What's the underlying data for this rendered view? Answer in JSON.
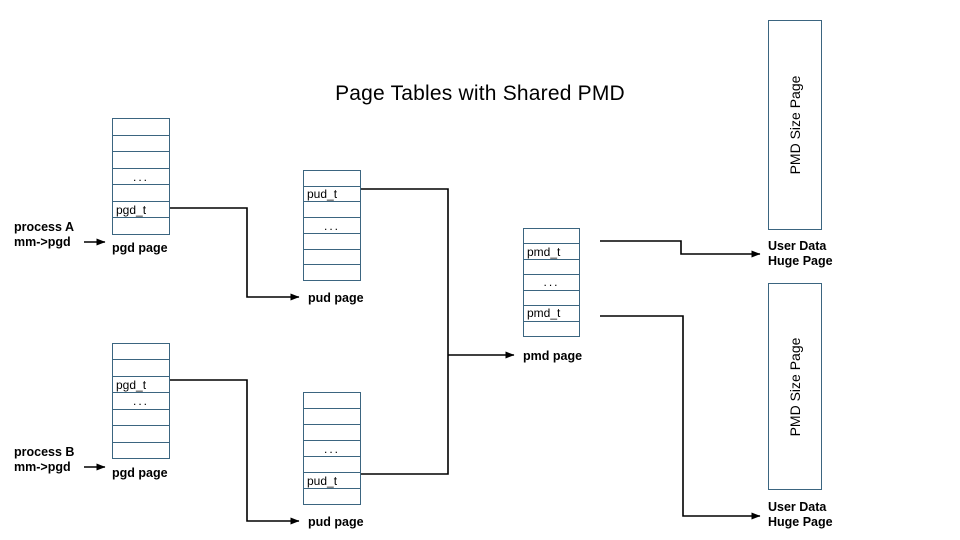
{
  "diagram": {
    "title": "Page Tables with Shared PMD",
    "colors": {
      "table_border": "#3b6580",
      "connector": "#000000",
      "background": "#ffffff",
      "text": "#000000"
    }
  },
  "processes": [
    {
      "id": "process-a",
      "label_line1": "process A",
      "label_line2": "mm->pgd",
      "pgd_caption": "pgd page",
      "pud_caption": "pud page"
    },
    {
      "id": "process-b",
      "label_line1": "process B",
      "label_line2": "mm->pgd",
      "pgd_caption": "pgd page",
      "pud_caption": "pud page"
    }
  ],
  "tables": {
    "pgd_a": {
      "caption": "pgd page",
      "rows": [
        "",
        "",
        "",
        "...",
        "",
        "pgd_t",
        ""
      ]
    },
    "pgd_b": {
      "caption": "pgd page",
      "rows": [
        "",
        "",
        "pgd_t",
        "...",
        "",
        "",
        ""
      ]
    },
    "pud_a": {
      "caption": "pud page",
      "rows": [
        "",
        "pud_t",
        "",
        "...",
        "",
        "",
        ""
      ]
    },
    "pud_b": {
      "caption": "pud page",
      "rows": [
        "",
        "",
        "",
        "...",
        "",
        "pud_t",
        ""
      ]
    },
    "pmd_shared": {
      "caption": "pmd page",
      "rows": [
        "",
        "pmd_t",
        "",
        "...",
        "",
        "pmd_t",
        ""
      ]
    }
  },
  "huge_pages": [
    {
      "id": "huge-page-top",
      "vertical_label": "PMD Size Page",
      "caption_line1": "User Data",
      "caption_line2": "Huge Page"
    },
    {
      "id": "huge-page-bottom",
      "vertical_label": "PMD Size Page",
      "caption_line1": "User Data",
      "caption_line2": "Huge Page"
    }
  ]
}
